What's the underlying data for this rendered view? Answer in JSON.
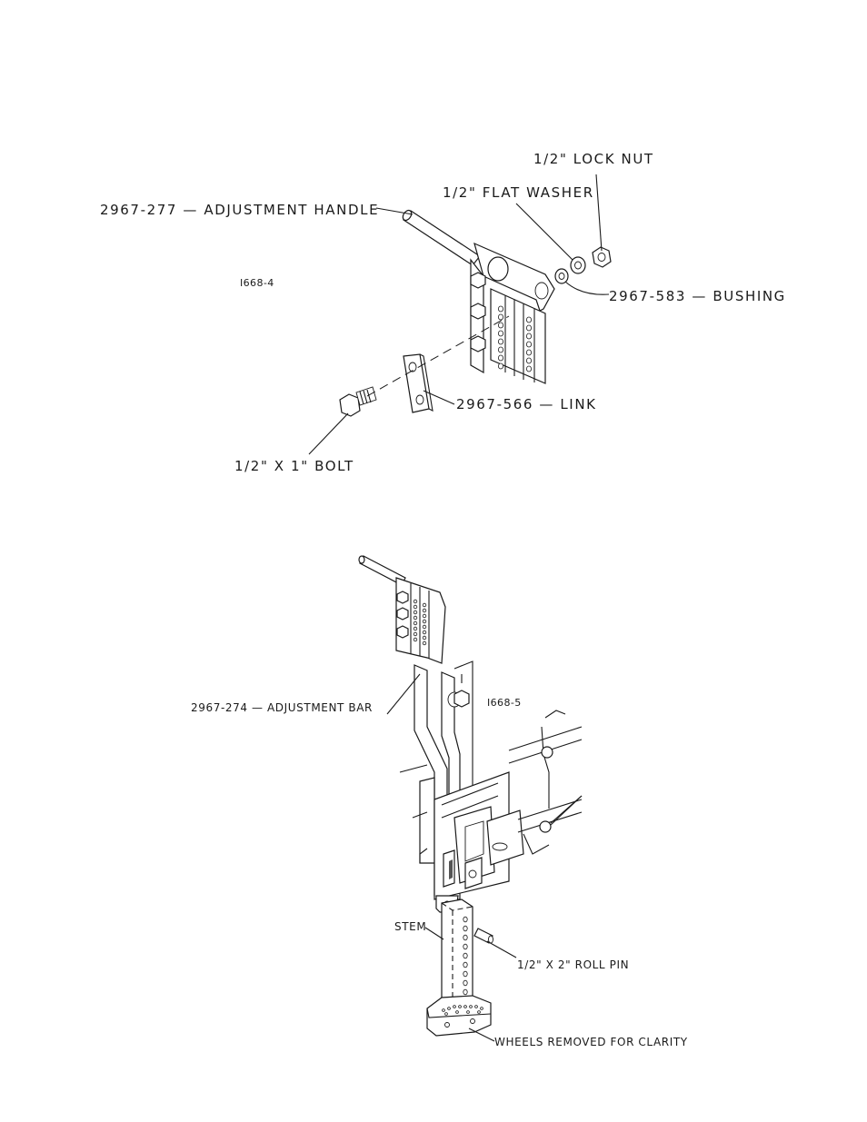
{
  "figure1": {
    "id": "I668-4",
    "labels": {
      "lock_nut": "1/2\" LOCK NUT",
      "flat_washer": "1/2\" FLAT WASHER",
      "handle": "2967-277 — ADJUSTMENT HANDLE",
      "bushing": "2967-583 — BUSHING",
      "link": "2967-566 — LINK",
      "bolt": "1/2\" X 1\" BOLT"
    }
  },
  "figure2": {
    "id": "I668-5",
    "labels": {
      "adjustment_bar": "2967-274 — ADJUSTMENT BAR",
      "stem": "STEM",
      "roll_pin": "1/2\" X 2\" ROLL PIN",
      "wheels_note": "WHEELS REMOVED FOR CLARITY"
    }
  }
}
